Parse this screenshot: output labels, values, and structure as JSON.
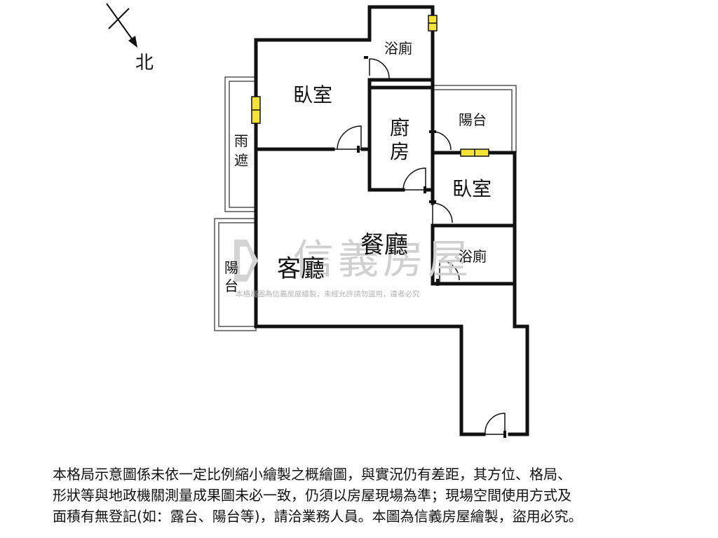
{
  "compass": {
    "north_label": "北"
  },
  "rooms": {
    "bathroom_top": "浴廁",
    "bedroom_main": "臥室",
    "kitchen_1": "廚",
    "kitchen_2": "房",
    "balcony_right": "陽台",
    "canopy_1": "雨",
    "canopy_2": "遮",
    "bedroom_small": "臥室",
    "dining": "餐廳",
    "living": "客廳",
    "bathroom_small": "浴廁",
    "balcony_left_1": "陽",
    "balcony_left_2": "台"
  },
  "watermark": {
    "brand": "信義房屋",
    "notice": "本格局圖為信義房屋繪製，未經允許請勿盜用，違者必究"
  },
  "disclaimer": {
    "line1": "本格局示意圖係未依一定比例縮小繪製之概繪圖，與實況仍有差距，其方位、格局、",
    "line2": "形狀等與地政機關測量成果圖未必一致，仍須以房屋現場為準；現場空間使用方式及",
    "line3": "面積有無登記(如：露台、陽台等)，請洽業務人員。本圖為信義房屋繪製，盜用必究。"
  },
  "colors": {
    "wall": "#111111",
    "window": "#f2e23a",
    "watermark": "#c9c9c9"
  }
}
